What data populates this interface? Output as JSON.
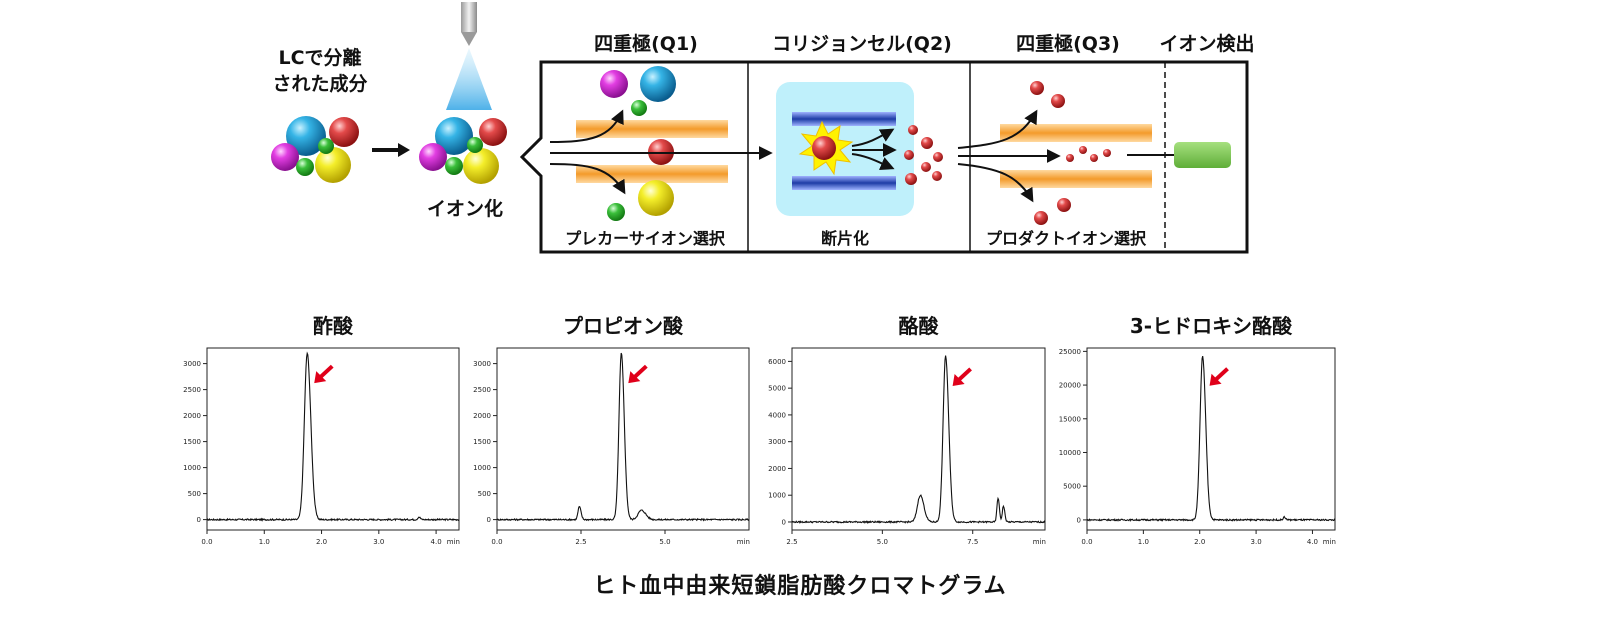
{
  "source": {
    "line1": "LCで分離",
    "line2": "された成分"
  },
  "ionization_label": "イオン化",
  "stages": {
    "q1": "四重極(Q1)",
    "q2": "コリジョンセル(Q2)",
    "q3": "四重極(Q3)",
    "detector": "イオン検出"
  },
  "stage_captions": {
    "q1": "プレカーサイオン選択",
    "q2": "断片化",
    "q3": "プロダクトイオン選択"
  },
  "colors": {
    "rod_orange": "#f4a640",
    "rod_blue": "#2c4fb8",
    "collision_bg": "#bff0fb",
    "detector_green": "#7dc850",
    "arrow_red": "#e0001a",
    "fragment_red": "#d43a3a",
    "trace": "#111111"
  },
  "caption": "ヒト血中由来短鎖脂肪酸クロマトグラム",
  "chart_data": [
    {
      "type": "line",
      "title": "酢酸",
      "xlabel": "min",
      "xlim": [
        0,
        4.4
      ],
      "ylim": [
        -200,
        3300
      ],
      "xticks": [
        0.0,
        1.0,
        2.0,
        3.0,
        4.0
      ],
      "xtick_labels": [
        "0.0",
        "1.0",
        "2.0",
        "3.0",
        "4.0"
      ],
      "yticks": [
        0,
        500,
        1000,
        1500,
        2000,
        2500,
        3000
      ],
      "baseline": 0,
      "peaks": [
        {
          "x": 1.75,
          "height": 3200,
          "width": 0.05
        },
        {
          "x": 3.7,
          "height": 50,
          "width": 0.02
        }
      ],
      "arrow_at_x": 1.75
    },
    {
      "type": "line",
      "title": "プロピオン酸",
      "xlabel": "min",
      "xlim": [
        0,
        7.5
      ],
      "ylim": [
        -200,
        3300
      ],
      "xticks": [
        0.0,
        2.5,
        5.0
      ],
      "xtick_labels": [
        "0.0",
        "2.5",
        "5.0"
      ],
      "yticks": [
        0,
        500,
        1000,
        1500,
        2000,
        2500,
        3000
      ],
      "baseline": 0,
      "peaks": [
        {
          "x": 2.45,
          "height": 250,
          "width": 0.04
        },
        {
          "x": 3.7,
          "height": 3200,
          "width": 0.07
        },
        {
          "x": 4.3,
          "height": 180,
          "width": 0.1
        }
      ],
      "arrow_at_x": 3.7
    },
    {
      "type": "line",
      "title": "酪酸",
      "xlabel": "min",
      "xlim": [
        2.5,
        9.5
      ],
      "ylim": [
        -300,
        6500
      ],
      "xticks": [
        2.5,
        5.0,
        7.5
      ],
      "xtick_labels": [
        "2.5",
        "5.0",
        "7.5"
      ],
      "yticks": [
        0,
        1000,
        2000,
        3000,
        4000,
        5000,
        6000
      ],
      "baseline": 0,
      "peaks": [
        {
          "x": 6.05,
          "height": 1000,
          "width": 0.08
        },
        {
          "x": 6.75,
          "height": 6200,
          "width": 0.07
        },
        {
          "x": 8.2,
          "height": 900,
          "width": 0.03
        },
        {
          "x": 8.35,
          "height": 600,
          "width": 0.03
        }
      ],
      "arrow_at_x": 6.75
    },
    {
      "type": "line",
      "title": "3-ヒドロキシ酪酸",
      "xlabel": "min",
      "xlim": [
        0,
        4.4
      ],
      "ylim": [
        -1500,
        25500
      ],
      "xticks": [
        0.0,
        1.0,
        2.0,
        3.0,
        4.0
      ],
      "xtick_labels": [
        "0.0",
        "1.0",
        "2.0",
        "3.0",
        "4.0"
      ],
      "yticks": [
        0,
        5000,
        10000,
        15000,
        20000,
        25000
      ],
      "baseline": 0,
      "peaks": [
        {
          "x": 2.05,
          "height": 24300,
          "width": 0.045
        },
        {
          "x": 3.5,
          "height": 400,
          "width": 0.02
        }
      ],
      "arrow_at_x": 2.05
    }
  ]
}
